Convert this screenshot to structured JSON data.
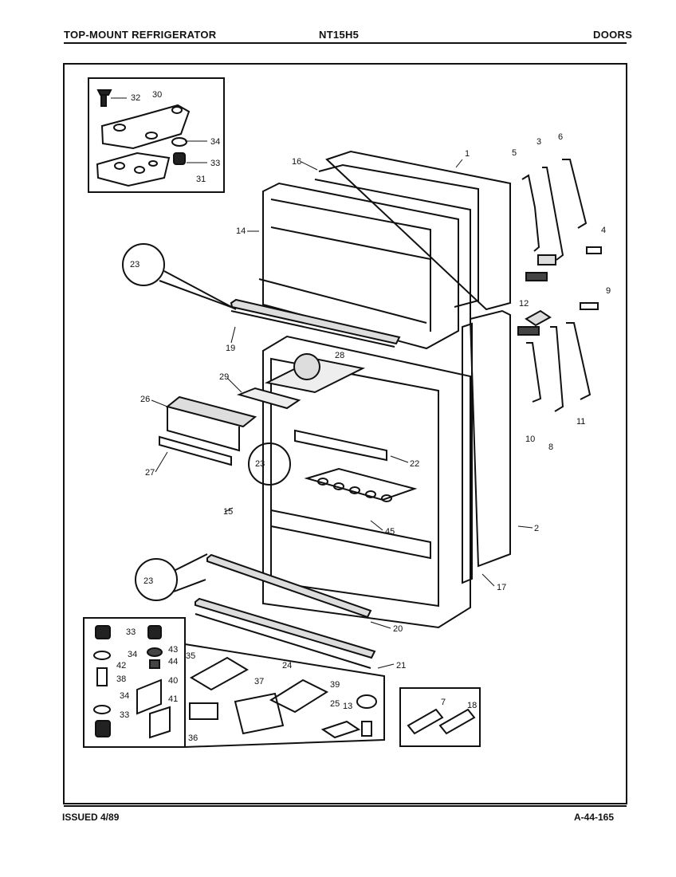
{
  "header": {
    "left": "TOP-MOUNT REFRIGERATOR",
    "center": "NT15H5",
    "right": "DOORS"
  },
  "footer": {
    "left": "ISSUED 4/89",
    "right": "A-44-165"
  },
  "callouts": {
    "n1": "1",
    "n2": "2",
    "n3": "3",
    "n4": "4",
    "n5": "5",
    "n6": "6",
    "n7": "7",
    "n8": "8",
    "n9": "9",
    "n10": "10",
    "n11": "11",
    "n12": "12",
    "n13": "13",
    "n14": "14",
    "n15": "15",
    "n16": "16",
    "n17": "17",
    "n18": "18",
    "n19": "19",
    "n20": "20",
    "n21": "21",
    "n22": "22",
    "n23a": "23",
    "n23b": "23",
    "n23c": "23",
    "n24": "24",
    "n25": "25",
    "n26": "26",
    "n27": "27",
    "n28": "28",
    "n29": "29",
    "n30": "30",
    "n31": "31",
    "n32": "32",
    "n33a": "33",
    "n33b": "33",
    "n33c": "33",
    "n34a": "34",
    "n34b": "34",
    "n34c": "34",
    "n35": "35",
    "n36": "36",
    "n37": "37",
    "n38": "38",
    "n39": "39",
    "n40": "40",
    "n41": "41",
    "n42": "42",
    "n43": "43",
    "n44": "44",
    "n45": "45"
  }
}
